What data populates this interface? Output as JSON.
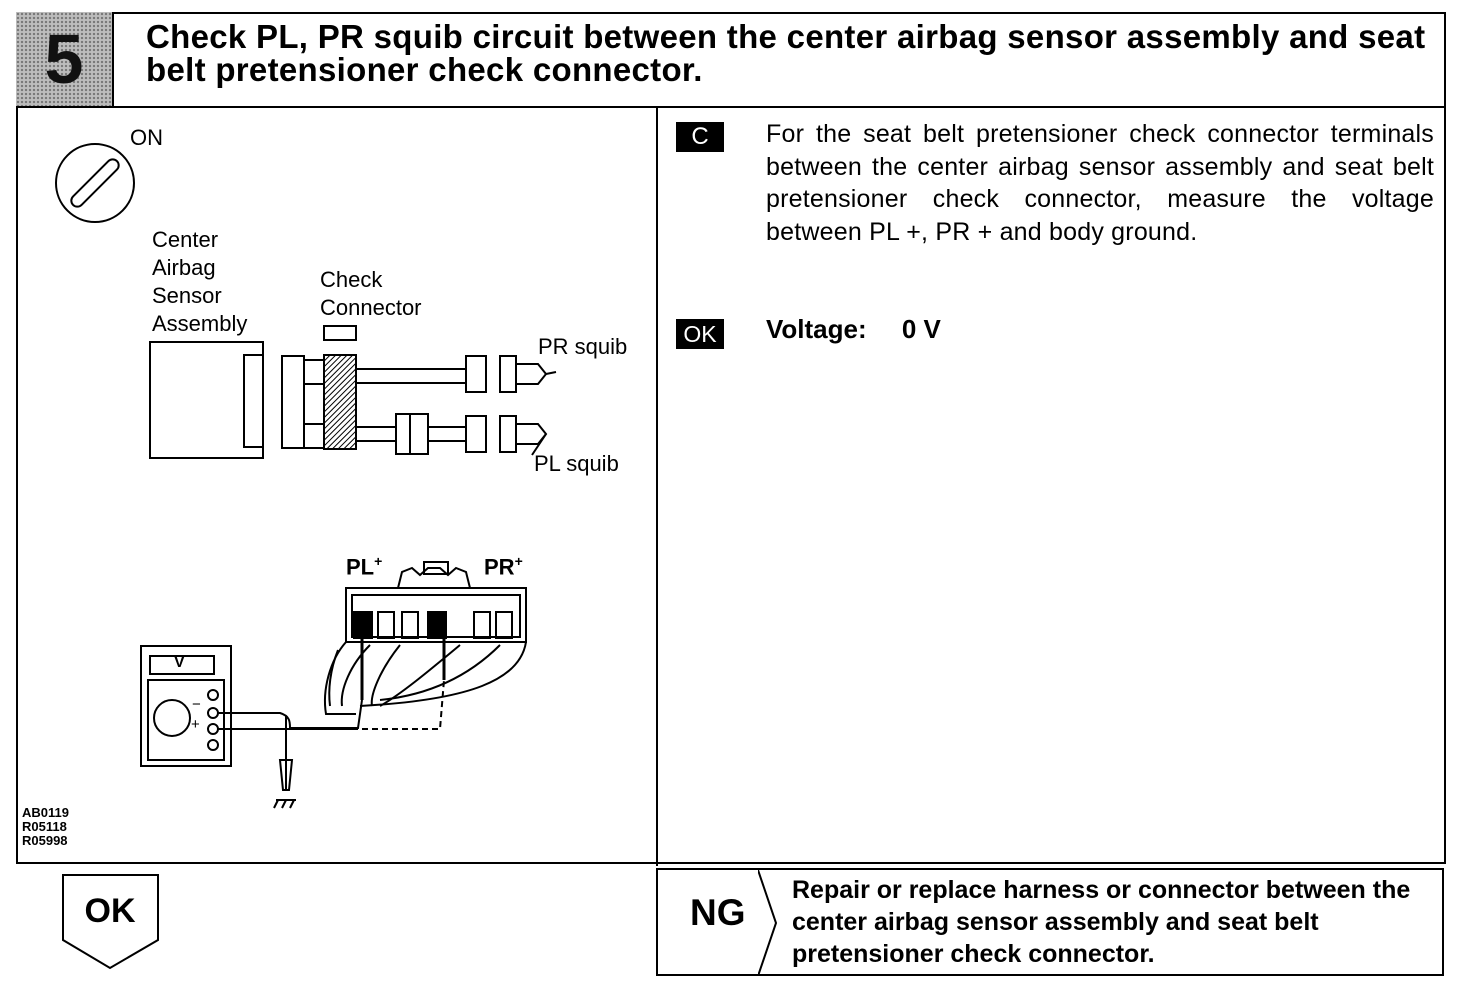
{
  "header": {
    "step_number": "5",
    "title": "Check PL, PR squib circuit between the center airbag sensor assembly and seat belt pretensioner check connector."
  },
  "diagram": {
    "ignition_label": "ON",
    "sensor_label": "Center\nAirbag\nSensor\nAssembly",
    "check_connector_label": "Check\nConnector",
    "pr_squib_label": "PR squib",
    "pl_squib_label": "PL squib",
    "pl_plus_label": "PL",
    "pr_plus_label": "PR",
    "plus_sign": "+",
    "meter_unit": "V",
    "meter_minus": "−",
    "meter_plus": "+",
    "figure_codes": "AB0119\nR05118\nR05998"
  },
  "check": {
    "condition_tag": "C",
    "instruction": "For the seat belt pretensioner check connector terminals between the center airbag sensor assembly and seat belt pretensioner check connector, measure the voltage between PL +, PR + and body ground.",
    "ok_tag": "OK",
    "spec_label": "Voltage:",
    "spec_value": "0 V"
  },
  "result": {
    "ok_label": "OK",
    "ng_label": "NG",
    "ng_action": "Repair or replace harness or connector between the center airbag sensor assembly and seat belt pretensioner check connector."
  }
}
